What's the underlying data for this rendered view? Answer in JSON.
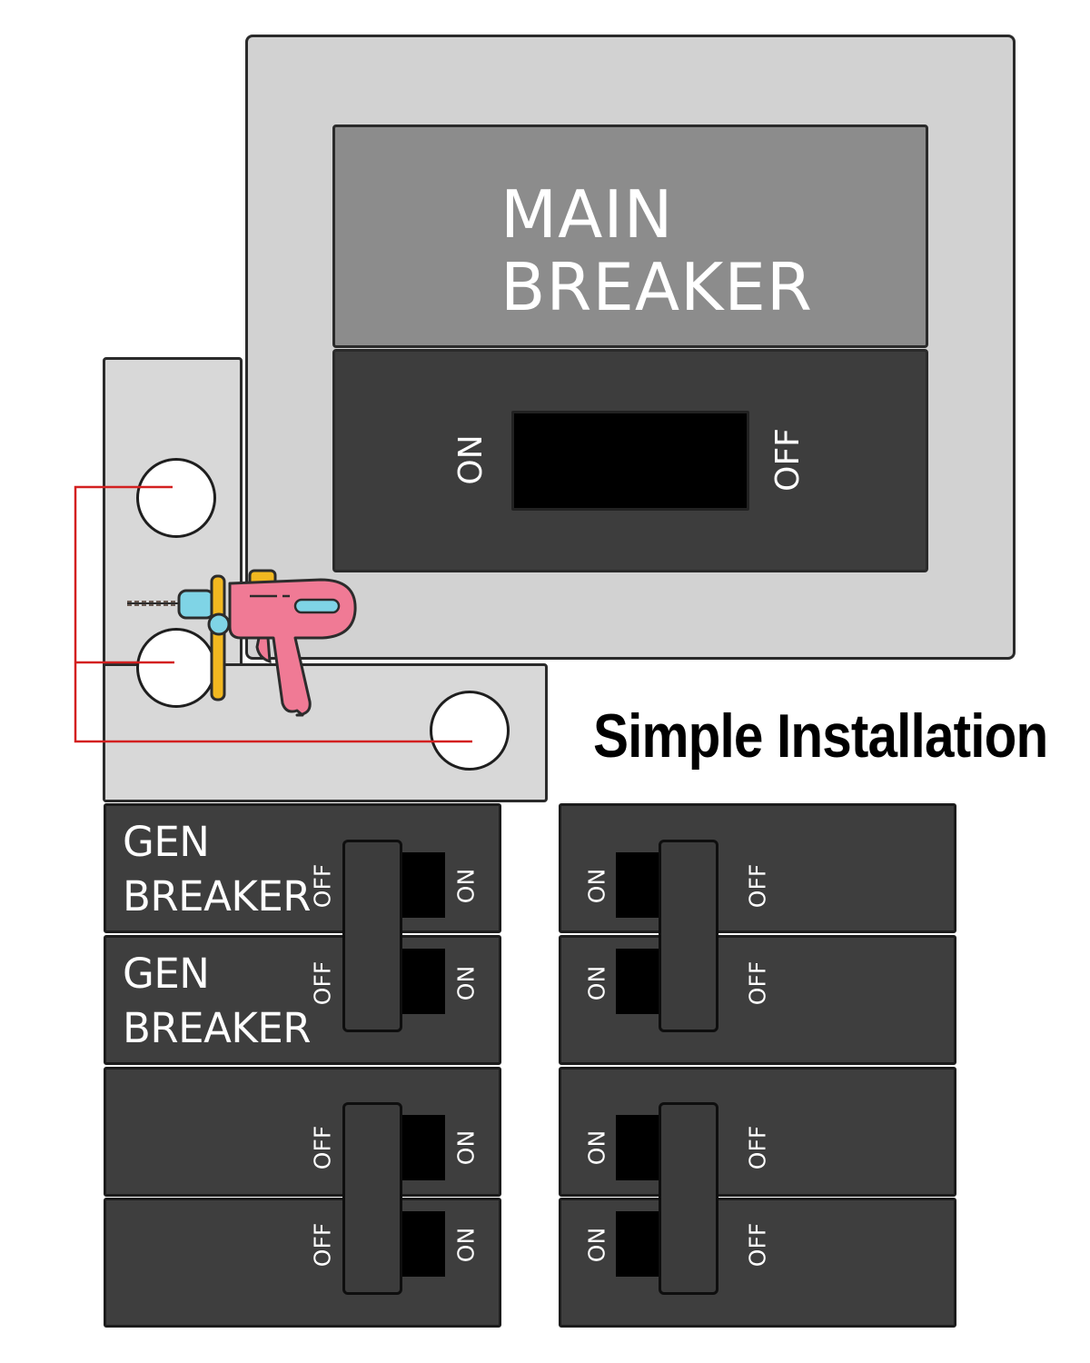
{
  "main_breaker": {
    "label_line1": "MAIN",
    "label_line2": "BREAKER",
    "on_label": "ON",
    "off_label": "OFF"
  },
  "caption": "Simple Installation",
  "left_bank": [
    {
      "label_line1": "GEN",
      "label_line2": "BREAKER",
      "off_label": "OFF",
      "on_label": "ON"
    },
    {
      "label_line1": "GEN",
      "label_line2": "BREAKER",
      "off_label": "OFF",
      "on_label": "ON"
    },
    {
      "label_line1": "",
      "label_line2": "",
      "off_label": "OFF",
      "on_label": "ON"
    },
    {
      "label_line1": "",
      "label_line2": "",
      "off_label": "OFF",
      "on_label": "ON"
    }
  ],
  "right_bank": [
    {
      "on_label": "ON",
      "off_label": "OFF"
    },
    {
      "on_label": "ON",
      "off_label": "OFF"
    },
    {
      "on_label": "ON",
      "off_label": "OFF"
    },
    {
      "on_label": "ON",
      "off_label": "OFF"
    }
  ],
  "colors": {
    "panel": "#d2d2d2",
    "label_box": "#8c8c8c",
    "breaker": "#3e3e3e",
    "leader_lines": "#d32020",
    "drill_body": "#f07a95"
  },
  "icons": [
    "drill-icon"
  ]
}
